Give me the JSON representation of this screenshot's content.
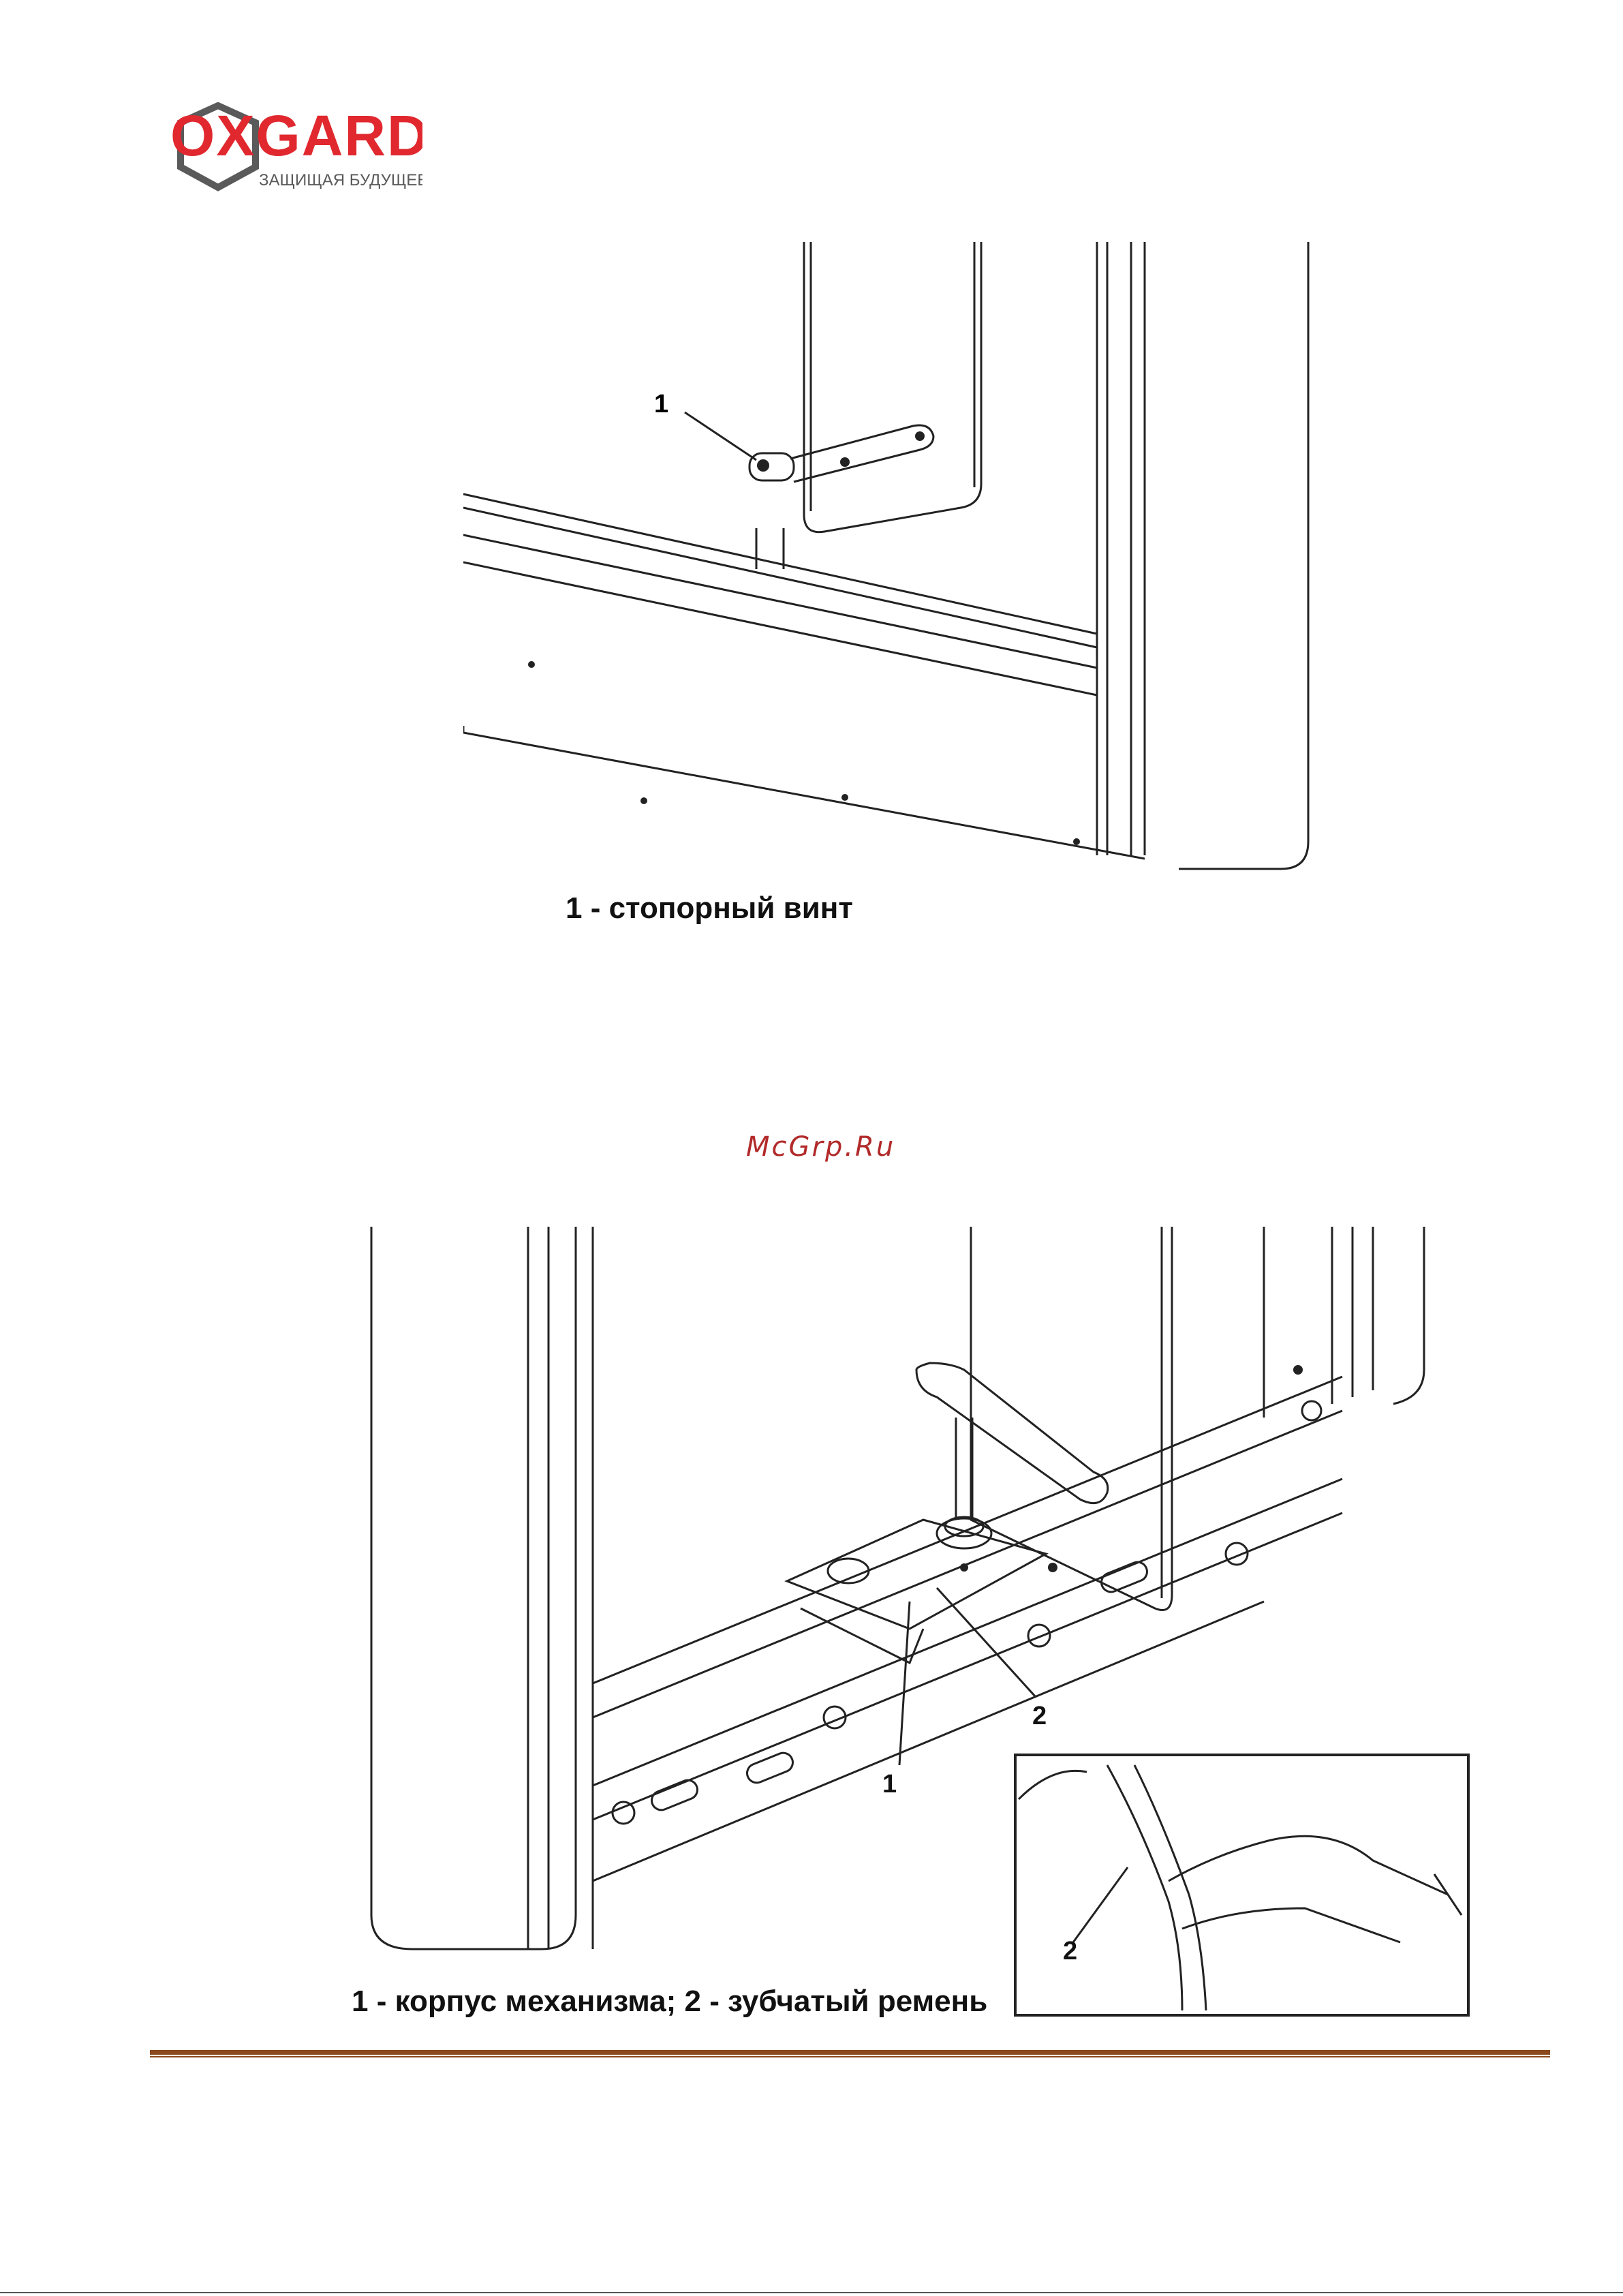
{
  "header": {
    "logo_text": "OXGARD",
    "logo_tagline": "ЗАЩИЩАЯ БУДУЩЕЕ",
    "logo_color": "#e0282e",
    "logo_shield_color": "#5a5a5a"
  },
  "figure1": {
    "callout_1": "1",
    "caption": "1 - стопорный винт"
  },
  "watermark": "McGrp.Ru",
  "figure2": {
    "callout_1": "1",
    "callout_2": "2",
    "inset_callout_2": "2",
    "caption": "1 - корпус механизма; 2 - зубчатый ремень"
  },
  "colors": {
    "rule": "#8a4a1e",
    "watermark": "#b22a2a"
  }
}
